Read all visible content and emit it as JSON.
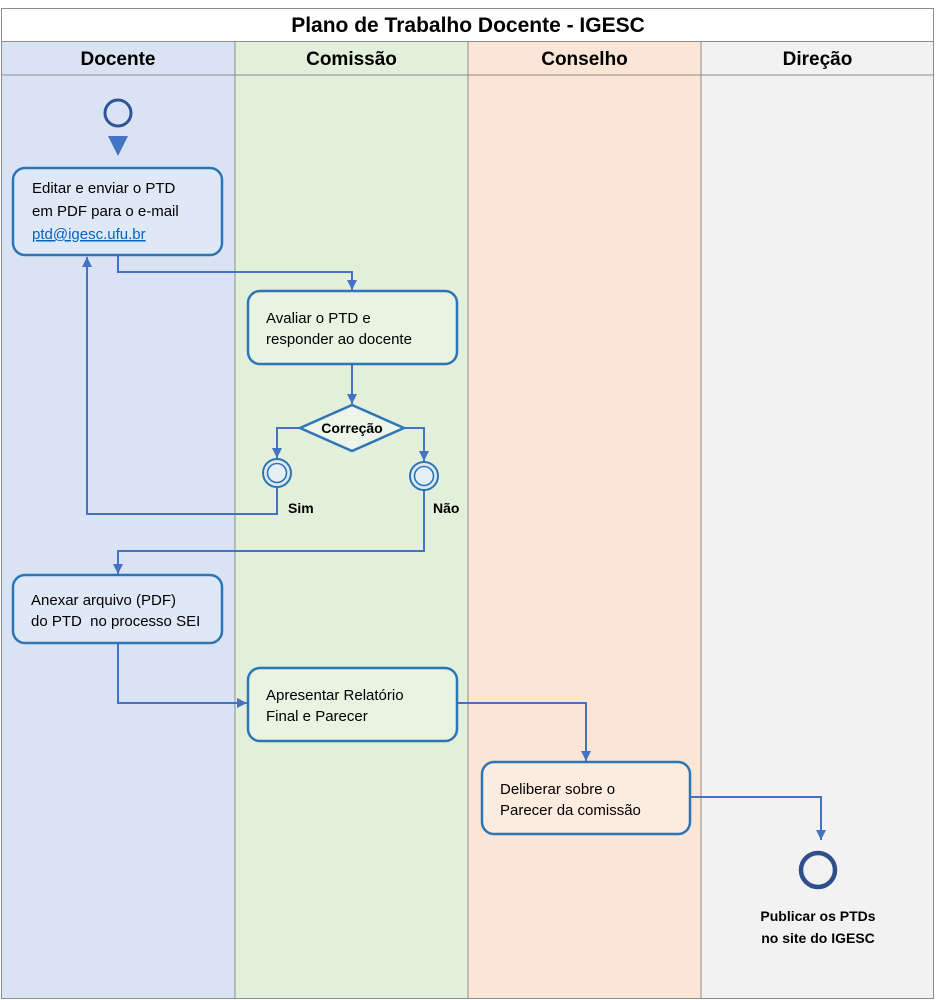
{
  "title": "Plano de Trabalho Docente - IGESC",
  "lanes": [
    {
      "name": "Docente",
      "color": "#dae3f3"
    },
    {
      "name": "Comissão",
      "color": "#e2efda"
    },
    {
      "name": "Conselho",
      "color": "#fbe5d6"
    },
    {
      "name": "Direção",
      "color": "#f2f2f2"
    }
  ],
  "colors": {
    "connector": "#4472c4",
    "node_border": "#2e75b6",
    "link": "#0563c1",
    "frame": "#8c8c8c"
  },
  "nodes": {
    "editar": {
      "lines": [
        "Editar e enviar o PTD",
        "em PDF para o e-mail"
      ],
      "email": "ptd@igesc.ufu.br"
    },
    "avaliar": {
      "lines": [
        "Avaliar o PTD e",
        "responder ao docente"
      ]
    },
    "correcao": {
      "label": "Correção"
    },
    "anexar": {
      "lines": [
        "Anexar arquivo (PDF)",
        "do PTD  no processo SEI"
      ]
    },
    "apresentar": {
      "lines": [
        "Apresentar Relatório",
        "Final e Parecer"
      ]
    },
    "deliberar": {
      "lines": [
        "Deliberar sobre o",
        "Parecer da comissão"
      ]
    },
    "publicar": {
      "lines": [
        "Publicar os PTDs",
        "no site do IGESC"
      ]
    }
  },
  "branches": {
    "sim": "Sim",
    "nao": "Não"
  }
}
